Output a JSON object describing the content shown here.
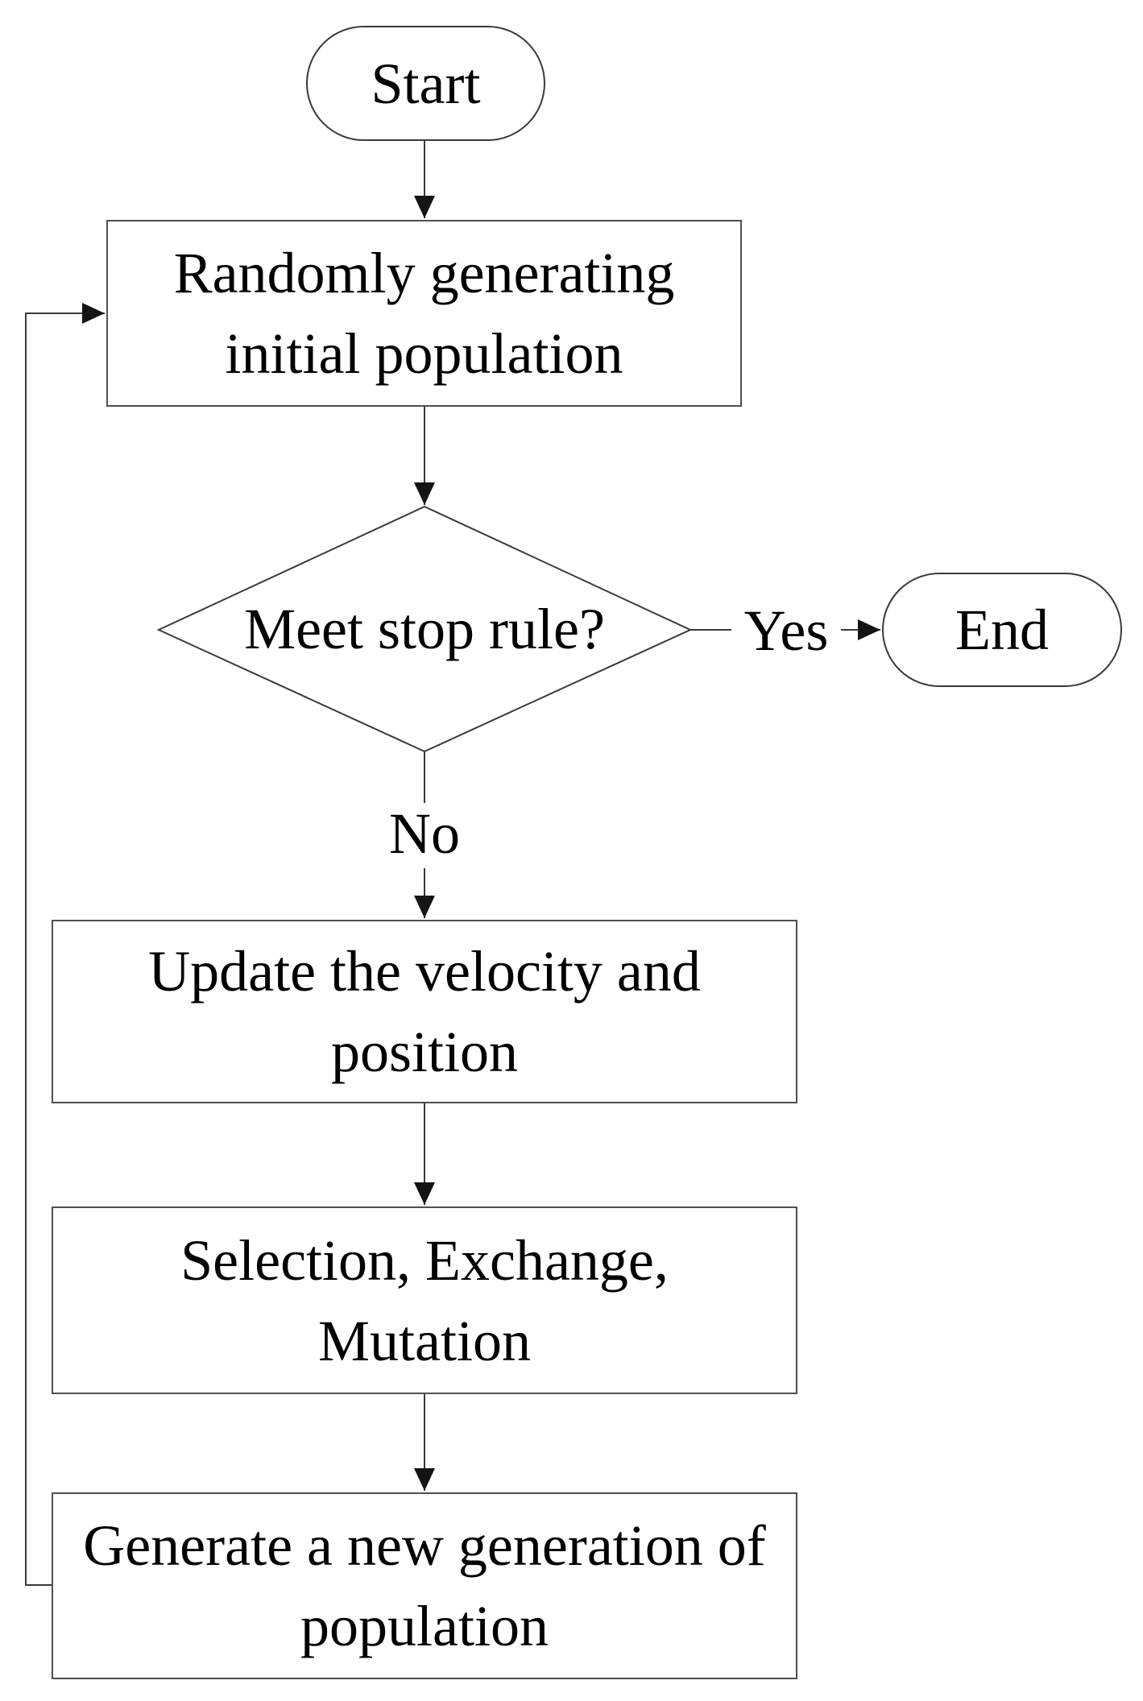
{
  "diagram_type": "flowchart",
  "nodes": {
    "start": {
      "label": "Start",
      "shape": "terminator"
    },
    "init": {
      "label": "Randomly generating initial population",
      "shape": "process",
      "lines": [
        "Randomly generating",
        "initial population"
      ]
    },
    "decision": {
      "label": "Meet stop rule?",
      "shape": "decision"
    },
    "end": {
      "label": "End",
      "shape": "terminator"
    },
    "update": {
      "label": "Update the velocity and position",
      "shape": "process",
      "lines": [
        "Update the velocity and",
        "position"
      ]
    },
    "select": {
      "label": "Selection, Exchange, Mutation",
      "shape": "process",
      "lines": [
        "Selection, Exchange,",
        "Mutation"
      ]
    },
    "newgen": {
      "label": "Generate a new generation of population",
      "shape": "process",
      "lines": [
        "Generate a new generation of",
        "population"
      ]
    }
  },
  "edge_labels": {
    "yes": "Yes",
    "no": "No"
  },
  "edges": [
    {
      "from": "start",
      "to": "init",
      "label": ""
    },
    {
      "from": "init",
      "to": "decision",
      "label": ""
    },
    {
      "from": "decision",
      "to": "end",
      "label": "Yes"
    },
    {
      "from": "decision",
      "to": "update",
      "label": "No"
    },
    {
      "from": "update",
      "to": "select",
      "label": ""
    },
    {
      "from": "select",
      "to": "newgen",
      "label": ""
    },
    {
      "from": "newgen",
      "to": "init",
      "label": ""
    }
  ],
  "colors": {
    "line": "#3a3a3a",
    "process_border": "#4f4f4f",
    "terminator_border": "#3a3a3a",
    "arrowhead": "#141414",
    "text": "#000000",
    "background": "#ffffff"
  }
}
